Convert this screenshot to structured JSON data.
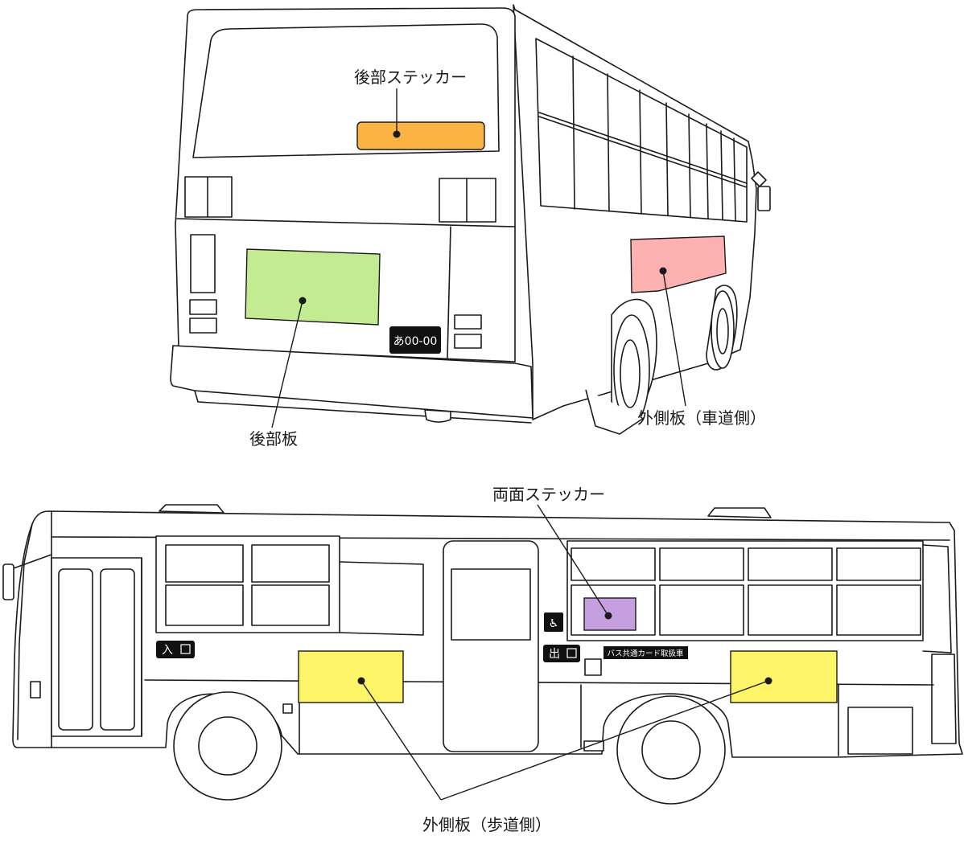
{
  "labels": {
    "rear_sticker": "後部ステッカー",
    "rear_board": "後部板",
    "outer_board_road": "外側板（車道側）",
    "both_sides_sticker": "両面ステッカー",
    "outer_board_sidewalk": "外側板（歩道側）"
  },
  "bus_markings": {
    "plate": "あ00-00",
    "entrance": "入",
    "exit": "出",
    "card_notice": "バス共通カード取扱車",
    "wheelchair": "♿"
  },
  "colors": {
    "rear_sticker": "#fbb444",
    "rear_board": "#c3eb91",
    "outer_board_road": "#fdb1b1",
    "both_sides_sticker": "#c59fdf",
    "outer_board_sidewalk": "#fdf567"
  }
}
